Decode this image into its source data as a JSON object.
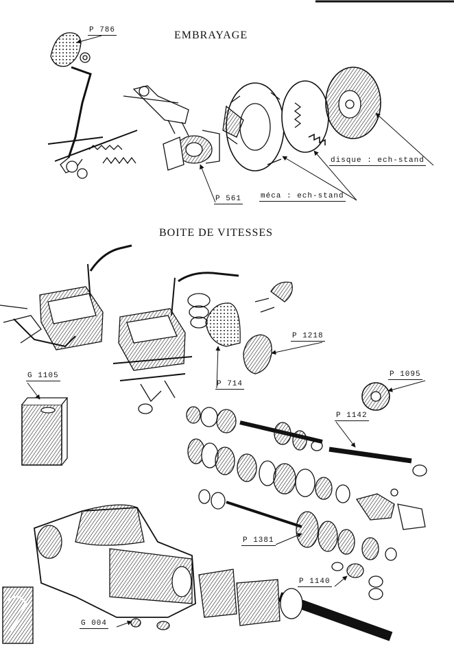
{
  "headings": {
    "clutch": "EMBRAYAGE",
    "gearbox": "BOITE  DE  VITESSES"
  },
  "labels": {
    "p786": "P 786",
    "p561": "P 561",
    "meca": "méca : ech-stand",
    "disque": "disque : ech-stand",
    "p1218": "P 1218",
    "p714": "P 714",
    "g1105": "G 1105",
    "p1095": "P 1095",
    "p1142": "P 1142",
    "p1381": "P 1381",
    "p1140": "P 1140",
    "g004": "G 004"
  },
  "colors": {
    "ink": "#111111",
    "paper": "#ffffff"
  }
}
